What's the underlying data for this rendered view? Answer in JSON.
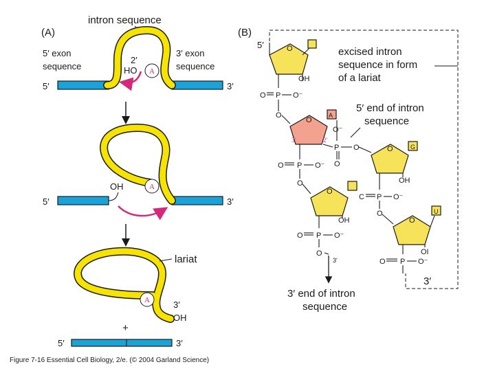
{
  "panel_a": {
    "label": "(A)",
    "intron_sequence": "intron sequence",
    "exon5_line1": "5′ exon",
    "exon5_line2": "sequence",
    "exon3_line1": "3′ exon",
    "exon3_line2": "sequence",
    "two_prime": "2′",
    "ho": "HO",
    "branch_a": "A",
    "five_prime": "5′",
    "three_prime": "3′",
    "oh": "OH",
    "lariat": "lariat",
    "plus": "+"
  },
  "panel_b": {
    "label": "(B)",
    "five_prime": "5′",
    "excised_line1": "excised intron",
    "excised_line2": "sequence in form",
    "excised_line3": "of a lariat",
    "end5_line1": "5′ end of intron",
    "end5_line2": "sequence",
    "end3_line1": "3′ end of intron",
    "end3_line2": "sequence",
    "three_prime": "3′",
    "bases": [
      "A",
      "G",
      "U"
    ],
    "o": "O",
    "oh": "OH",
    "p": "P",
    "o_minus": "O⁻",
    "two_prime": "2′",
    "three_prime_small": "3′",
    "c": "C",
    "oi": "OI"
  },
  "caption": "Figure 7-16  Essential Cell Biology, 2/e. (© 2004 Garland Science)",
  "colors": {
    "exon": "#1aa3d9",
    "intron": "#f6e400",
    "ribose": "#f6e35a",
    "branch_ribose": "#f2a28e",
    "arrow": "#d6287a"
  }
}
